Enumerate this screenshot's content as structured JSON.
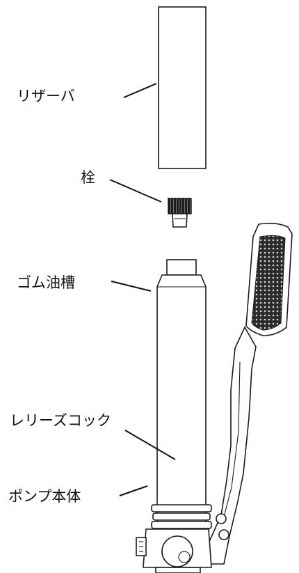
{
  "labels": {
    "reservoir": "リザーバ",
    "plug": "栓",
    "rubber_tank": "ゴム油槽",
    "release_cock": "レリーズコック",
    "pump_body": "ポンプ本体"
  }
}
